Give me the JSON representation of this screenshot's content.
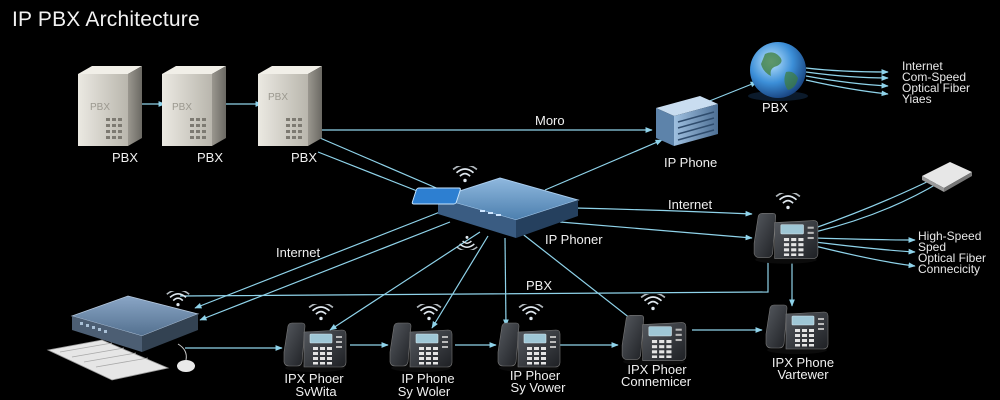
{
  "title": "IP PBX Architecture",
  "servers": [
    {
      "label": "PBX",
      "face_text": "PBX"
    },
    {
      "label": "PBX",
      "face_text": "PBX"
    },
    {
      "label": "PBX",
      "face_text": "PBX"
    }
  ],
  "links": {
    "moro": "Moro",
    "internet_right": "Internet",
    "internet_left": "Internet",
    "pbx_line": "PBX"
  },
  "hub": {
    "label": "IP Phoner"
  },
  "building": {
    "label": "IP Phone"
  },
  "globe": {
    "label": "PBX"
  },
  "globe_callout": [
    "Internet",
    "Com-Speed",
    "Optical Fiber",
    "Yiaes"
  ],
  "router_callout": [
    "High-Speed",
    "Sped",
    "Optical Fiber",
    "Connecicity"
  ],
  "phones": [
    {
      "line1": "IPX Phoer",
      "line2": "SvWita"
    },
    {
      "line1": "IP Phone",
      "line2": "Sy Woler"
    },
    {
      "line1": "IP Phoer",
      "line2": "Sy Vower"
    },
    {
      "line1": "IPX Phoer",
      "line2": "Connemicer"
    },
    {
      "line1": "IPX Phone",
      "line2": "Vartewer"
    }
  ],
  "colors": {
    "background": "#000000",
    "link": "#8fd3ea",
    "server_face": "#d6d3cb",
    "hub_top": "#5aa0d8",
    "phone_body": "#3a3d44",
    "wifi": "#dfe7ee"
  }
}
